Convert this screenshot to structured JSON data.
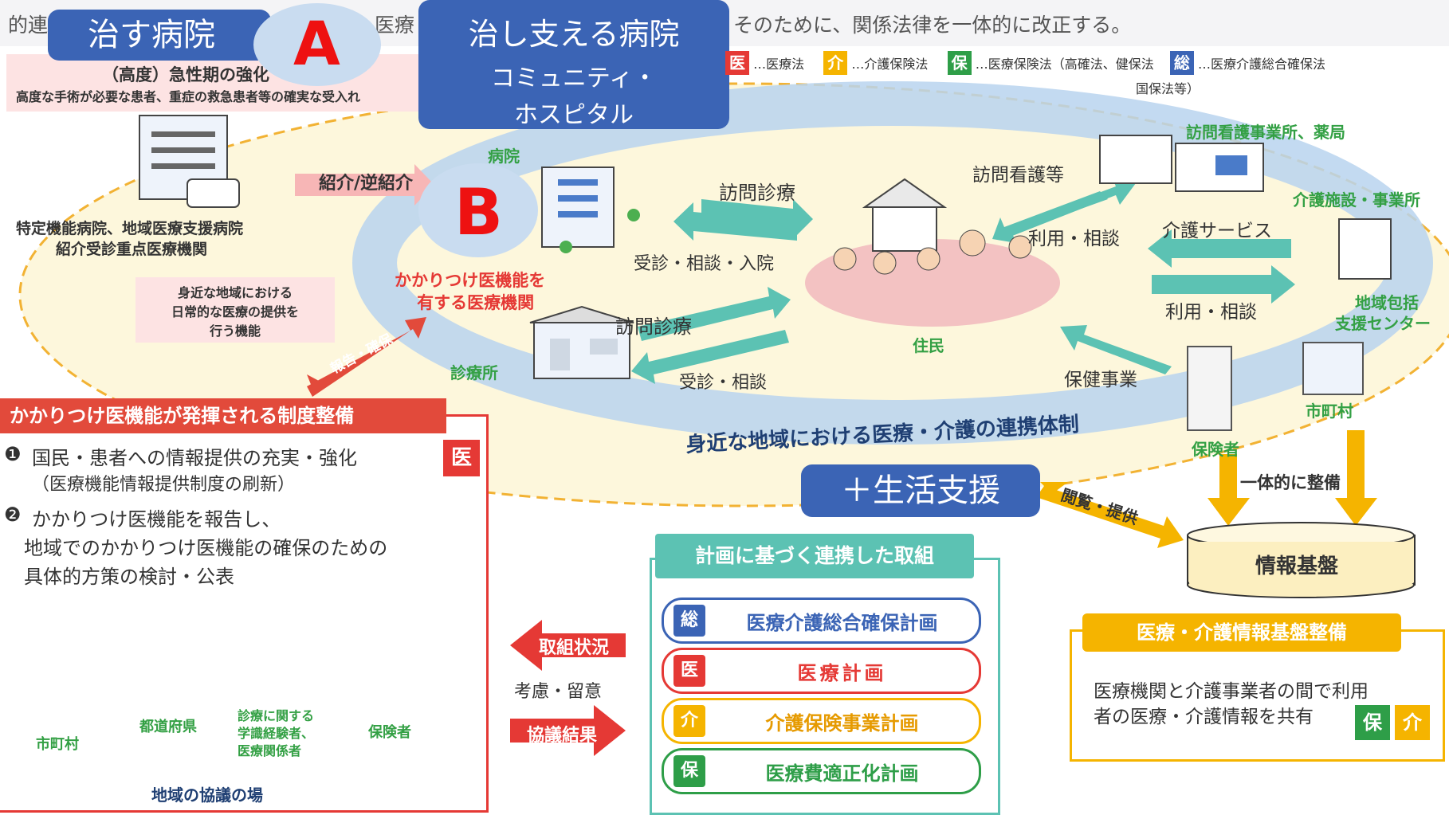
{
  "header": {
    "top_left_text": "的連",
    "top_mid_text": "医療",
    "top_right_text": "そのために、関係法律を一体的に改正する。"
  },
  "labels": {
    "a_box": "治す病院",
    "a_letter": "A",
    "b_letter": "B",
    "c_box_line1": "治し支える病院",
    "c_box_line2": "コミュニティ・",
    "c_box_line3": "ホスピタル"
  },
  "acute": {
    "title": "（高度）急性期の強化",
    "desc": "高度な手術が必要な患者、重症の救急患者等の確実な受入れ",
    "hospital_caption_1": "特定機能病院、地域医療支援病院",
    "hospital_caption_2": "紹介受診重点医療機関",
    "referral": "紹介/逆紹介"
  },
  "legend": {
    "items": [
      {
        "badge": "医",
        "color": "#e53935",
        "text": "…医療法"
      },
      {
        "badge": "介",
        "color": "#f5b400",
        "text": "…介護保険法"
      },
      {
        "badge": "保",
        "color": "#2e9e48",
        "text": "…医療保険法（高確法、健保法"
      },
      {
        "badge": "総",
        "color": "#3b64b5",
        "text": "…医療介護総合確保法"
      }
    ],
    "extra_line": "国保法等）"
  },
  "community": {
    "hospital": "病院",
    "clinic": "診療所",
    "kakaritsuke_1": "かかりつけ医機能を",
    "kakaritsuke_2": "有する医療機関",
    "daily_1": "身近な地域における",
    "daily_2": "日常的な医療の提供を",
    "daily_3": "行う機能",
    "report": "報告・確保",
    "home_visit_1": "訪問診療",
    "consult_admit": "受診・相談・入院",
    "home_visit_2": "訪問診療",
    "consult": "受診・相談",
    "residents": "住民",
    "nursing_visit": "訪問看護等",
    "use_consult_1": "利用・相談",
    "care_service": "介護サービス",
    "use_consult_2": "利用・相談",
    "health_program": "保健事業",
    "nursing_office": "訪問看護事業所、薬局",
    "care_facility": "介護施設・事業所",
    "support_center_1": "地域包括",
    "support_center_2": "支援センター",
    "municipality": "市町村",
    "insurer": "保険者",
    "system": "身近な地域における医療・介護の連携体制",
    "life_support": "＋生活支援"
  },
  "infra": {
    "integrated": "一体的に整備",
    "browse": "閲覧・提供",
    "platform": "情報基盤",
    "section_title": "医療・介護情報基盤整備",
    "desc_1": "医療機関と介護事業者の間で利用",
    "desc_2": "者の医療・介護情報を共有",
    "badge_ho": "保",
    "badge_kai": "介"
  },
  "system_section": {
    "title": "かかりつけ医機能が発揮される制度整備",
    "item1_num": "❶",
    "item1_a": "国民・患者への情報提供の充実・強化",
    "item1_b": "（医療機能情報提供制度の刷新）",
    "item1_badge": "医",
    "item2_num": "❷",
    "item2_a": "かかりつけ医機能を報告し、",
    "item2_b": "地域でのかかりつけ医機能の確保のための",
    "item2_c": "具体的方策の検討・公表",
    "municipality": "市町村",
    "prefecture": "都道府県",
    "experts_1": "診療に関する",
    "experts_2": "学識経験者、",
    "experts_3": "医療関係者",
    "insurer": "保険者",
    "council": "地域の協議の場"
  },
  "plans": {
    "title": "計画に基づく連携した取組",
    "items": [
      {
        "badge": "総",
        "label": "医療介護総合確保計画",
        "color": "#3b64b5"
      },
      {
        "badge": "医",
        "label": "医療計画",
        "color": "#e53935"
      },
      {
        "badge": "介",
        "label": "介護保険事業計画",
        "color": "#f5b400"
      },
      {
        "badge": "保",
        "label": "医療費適正化計画",
        "color": "#2e9e48"
      }
    ],
    "status": "取組状況",
    "consider": "考慮・留意",
    "result": "協議結果"
  }
}
